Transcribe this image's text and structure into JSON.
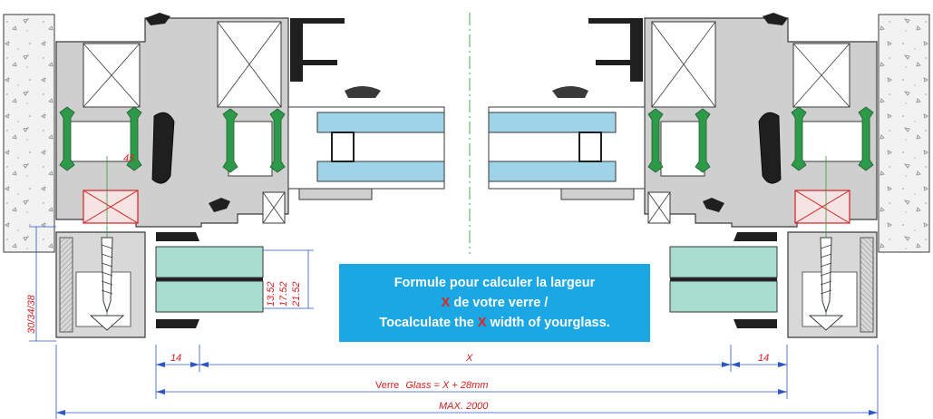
{
  "colors": {
    "profile": "#c9c9c9",
    "outline": "#3a3a3a",
    "gasket": "#1f1f1f",
    "thermal_break": "#2d9a4a",
    "glass": "#9fd3e8",
    "glass_panel": "#a7dccf",
    "dimension_line": "#2a56c6",
    "dimension_text": "#d42020",
    "note_background": "#1aa7e4",
    "axis": "#4aa84a"
  },
  "dimensions": {
    "angle": "45",
    "thickness_1": "13.52",
    "thickness_2": "17.52",
    "thickness_3": "21.52",
    "height": "30/34/38",
    "left_offset": "14",
    "right_offset": "14",
    "x_width": "X",
    "glass_prefix": "Verre",
    "glass_formula": "Glass  =  X  +  28mm",
    "max_width": "MAX.  2000"
  },
  "note": {
    "line1": "Formule pour calculer la largeur",
    "line2_x": "X",
    "line2_rest": " de votre verre /",
    "line3_pre": "Tocalculate the ",
    "line3_x": "X",
    "line3_post": " width of yourglass."
  }
}
